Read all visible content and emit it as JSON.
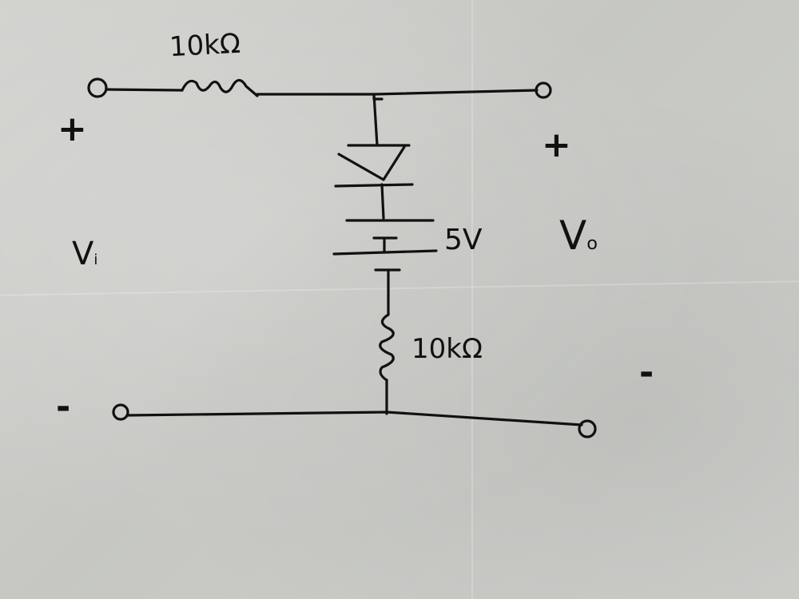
{
  "diagram": {
    "type": "hand-drawn circuit schematic",
    "components": {
      "series_resistor": {
        "label": "10kΩ"
      },
      "shunt_resistor": {
        "label": "10kΩ"
      },
      "battery": {
        "label": "5V"
      },
      "diode": {
        "label": ""
      }
    },
    "terminals": {
      "input": {
        "label": "Vi",
        "label_main": "V",
        "label_sub": "i",
        "plus": "+",
        "minus": "-"
      },
      "output": {
        "label": "Vo",
        "label_main": "V",
        "label_sub": "o",
        "plus": "+",
        "minus": "-"
      }
    }
  },
  "colors": {
    "ink": "#111111",
    "paper": "#c9cac6"
  }
}
